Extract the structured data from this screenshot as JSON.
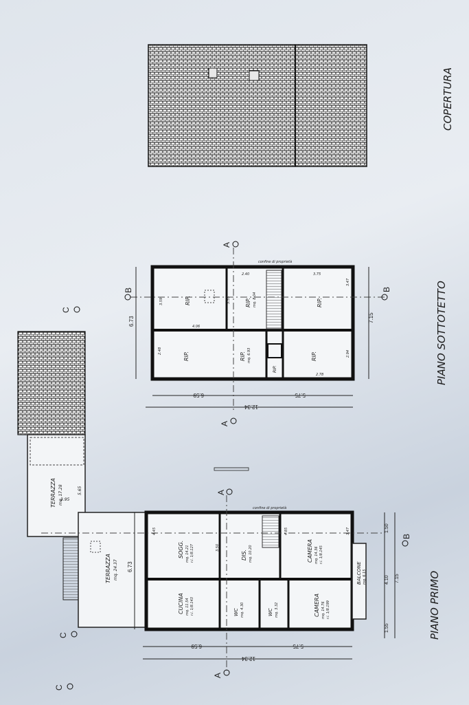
{
  "titles": {
    "piano_primo": "PIANO PRIMO",
    "piano_sottotetto": "PIANO SOTTOTETTO",
    "copertura": "COPERTURA"
  },
  "section_marks": {
    "a": "A",
    "b": "B",
    "c": "C"
  },
  "piano_primo": {
    "property_line": "confine di proprietà",
    "rooms": [
      {
        "name": "TERRAZZA",
        "area": "mq. 17.28"
      },
      {
        "name": "TERRAZZA",
        "area": "mq. 24.37"
      },
      {
        "name": "SOGG.",
        "area": "mq. 14.21",
        "ratio": "r.i. 1/8.127"
      },
      {
        "name": "DIS.",
        "area": "mq. 10.20"
      },
      {
        "name": "CAMERA",
        "area": "mq. 14.36",
        "ratio": "r.i. 1/8.145"
      },
      {
        "name": "CUCINA",
        "area": "mq. 11.54",
        "ratio": "r.i. 1/8.143"
      },
      {
        "name": "WC",
        "area": "mq. 4.30"
      },
      {
        "name": "WC",
        "area": "mq. 3.32"
      },
      {
        "name": "CAMERA",
        "area": "mq. 14.76",
        "ratio": "r.i. 1/8.199"
      },
      {
        "name": "BALCONE",
        "area": "mq. 6.15"
      }
    ],
    "dims": {
      "total": "12.34",
      "left": "6.59",
      "right": "5.75",
      "height": "6.73",
      "depth": "7.15",
      "side_a": "1.55",
      "side_b": "4.10",
      "side_c": "1.50",
      "terr_w": "2.95",
      "terr_h": "5.65",
      "h1": "4.45",
      "h2": "3.50",
      "h3": "4.85",
      "h4": "3.47"
    }
  },
  "sottotetto": {
    "property_line": "confine di proprietà",
    "rooms": [
      {
        "name": "RIP.",
        "area": ""
      },
      {
        "name": "RIP.",
        "area": "mq. 8.04"
      },
      {
        "name": "RIP.",
        "area": ""
      },
      {
        "name": "RIP.",
        "area": ""
      },
      {
        "name": "RIP.",
        "area": "mq. 6.93"
      },
      {
        "name": "RIP.",
        "area": ""
      },
      {
        "name": "RIP.",
        "area": ""
      }
    ],
    "dims": {
      "total": "12.34",
      "left": "6.59",
      "right": "5.75",
      "height": "6.73",
      "depth": "7.15",
      "a": "3.59",
      "b": "2.40",
      "c": "3.75",
      "d": "3.47",
      "e": "2.48",
      "f": "2.94",
      "g": "2.78",
      "h": "4.06",
      "i": "3.55"
    }
  }
}
